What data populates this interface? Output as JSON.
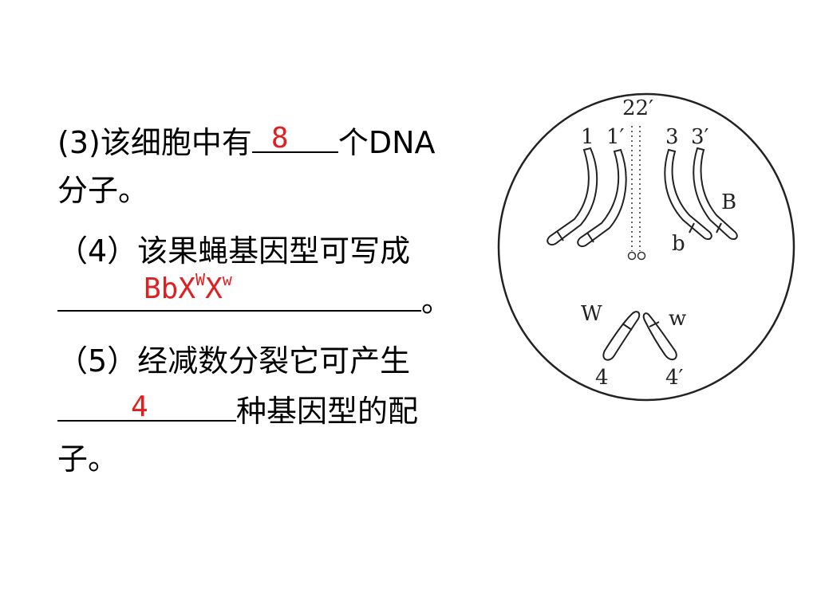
{
  "questions": [
    {
      "prefix": "(3)该细胞中有",
      "answer": "8",
      "suffix": "个DNA",
      "line2": "分子。"
    },
    {
      "line1": "（4）该果蝇基因型可写成",
      "answer_main": "BbX",
      "answer_sup1": "W",
      "answer_mid": "X",
      "answer_sup2": "w",
      "end": "。"
    },
    {
      "line1": "（5）经减数分裂它可产生",
      "answer": "4",
      "suffix": "种基因型的配",
      "line3": "子。"
    }
  ],
  "diagram": {
    "label_22": "22′",
    "label_1": "1",
    "label_1p": "1′",
    "label_3": "3",
    "label_3p": "3′",
    "label_B": "B",
    "label_b": "b",
    "label_W": "W",
    "label_w": "w",
    "label_4": "4",
    "label_4p": "4′"
  }
}
